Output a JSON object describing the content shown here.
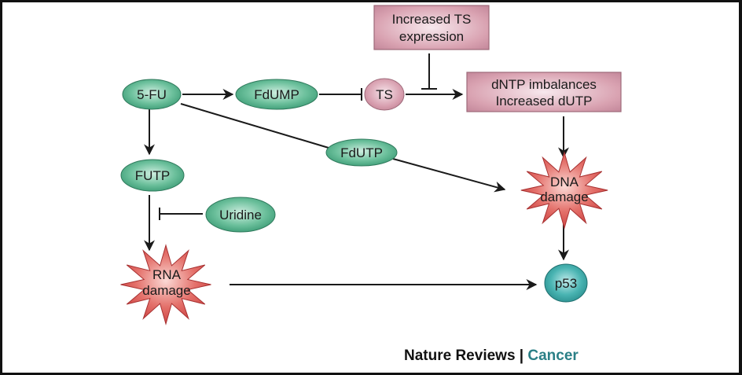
{
  "nodes": {
    "fu": "5-FU",
    "fdump": "FdUMP",
    "ts": "TS",
    "fdutp": "FdUTP",
    "futp": "FUTP",
    "uridine": "Uridine",
    "p53": "p53",
    "increased_ts_line1": "Increased TS",
    "increased_ts_line2": "expression",
    "dntp_line1": "dNTP imbalances",
    "dntp_line2": "Increased dUTP",
    "dna_line1": "DNA",
    "dna_line2": "damage",
    "rna_line1": "RNA",
    "rna_line2": "damage"
  },
  "edges": [
    {
      "from": "5-FU",
      "to": "FdUMP",
      "type": "activation"
    },
    {
      "from": "FdUMP",
      "to": "TS",
      "type": "inhibition"
    },
    {
      "from": "TS",
      "to": "dNTP imbalances / Increased dUTP",
      "type": "activation"
    },
    {
      "from": "Increased TS expression",
      "to": "TS -> dNTP edge",
      "type": "inhibition"
    },
    {
      "from": "dNTP imbalances / Increased dUTP",
      "to": "DNA damage",
      "type": "activation"
    },
    {
      "from": "5-FU",
      "to": "DNA damage",
      "via": "FdUTP",
      "type": "activation"
    },
    {
      "from": "5-FU",
      "to": "FUTP",
      "type": "activation"
    },
    {
      "from": "FUTP",
      "to": "RNA damage",
      "type": "activation"
    },
    {
      "from": "Uridine",
      "to": "FUTP -> RNA damage edge",
      "type": "inhibition"
    },
    {
      "from": "DNA damage",
      "to": "p53",
      "type": "activation"
    },
    {
      "from": "RNA damage",
      "to": "p53",
      "type": "activation"
    }
  ],
  "colors": {
    "green_node": "#4fae8a",
    "pink_node": "#c98a9a",
    "red_star": "#d84a4a",
    "teal_p53": "#2f9a9a",
    "accent": "#2a7f86"
  },
  "footer": {
    "brand": "Nature Reviews",
    "separator": " | ",
    "journal": "Cancer"
  }
}
